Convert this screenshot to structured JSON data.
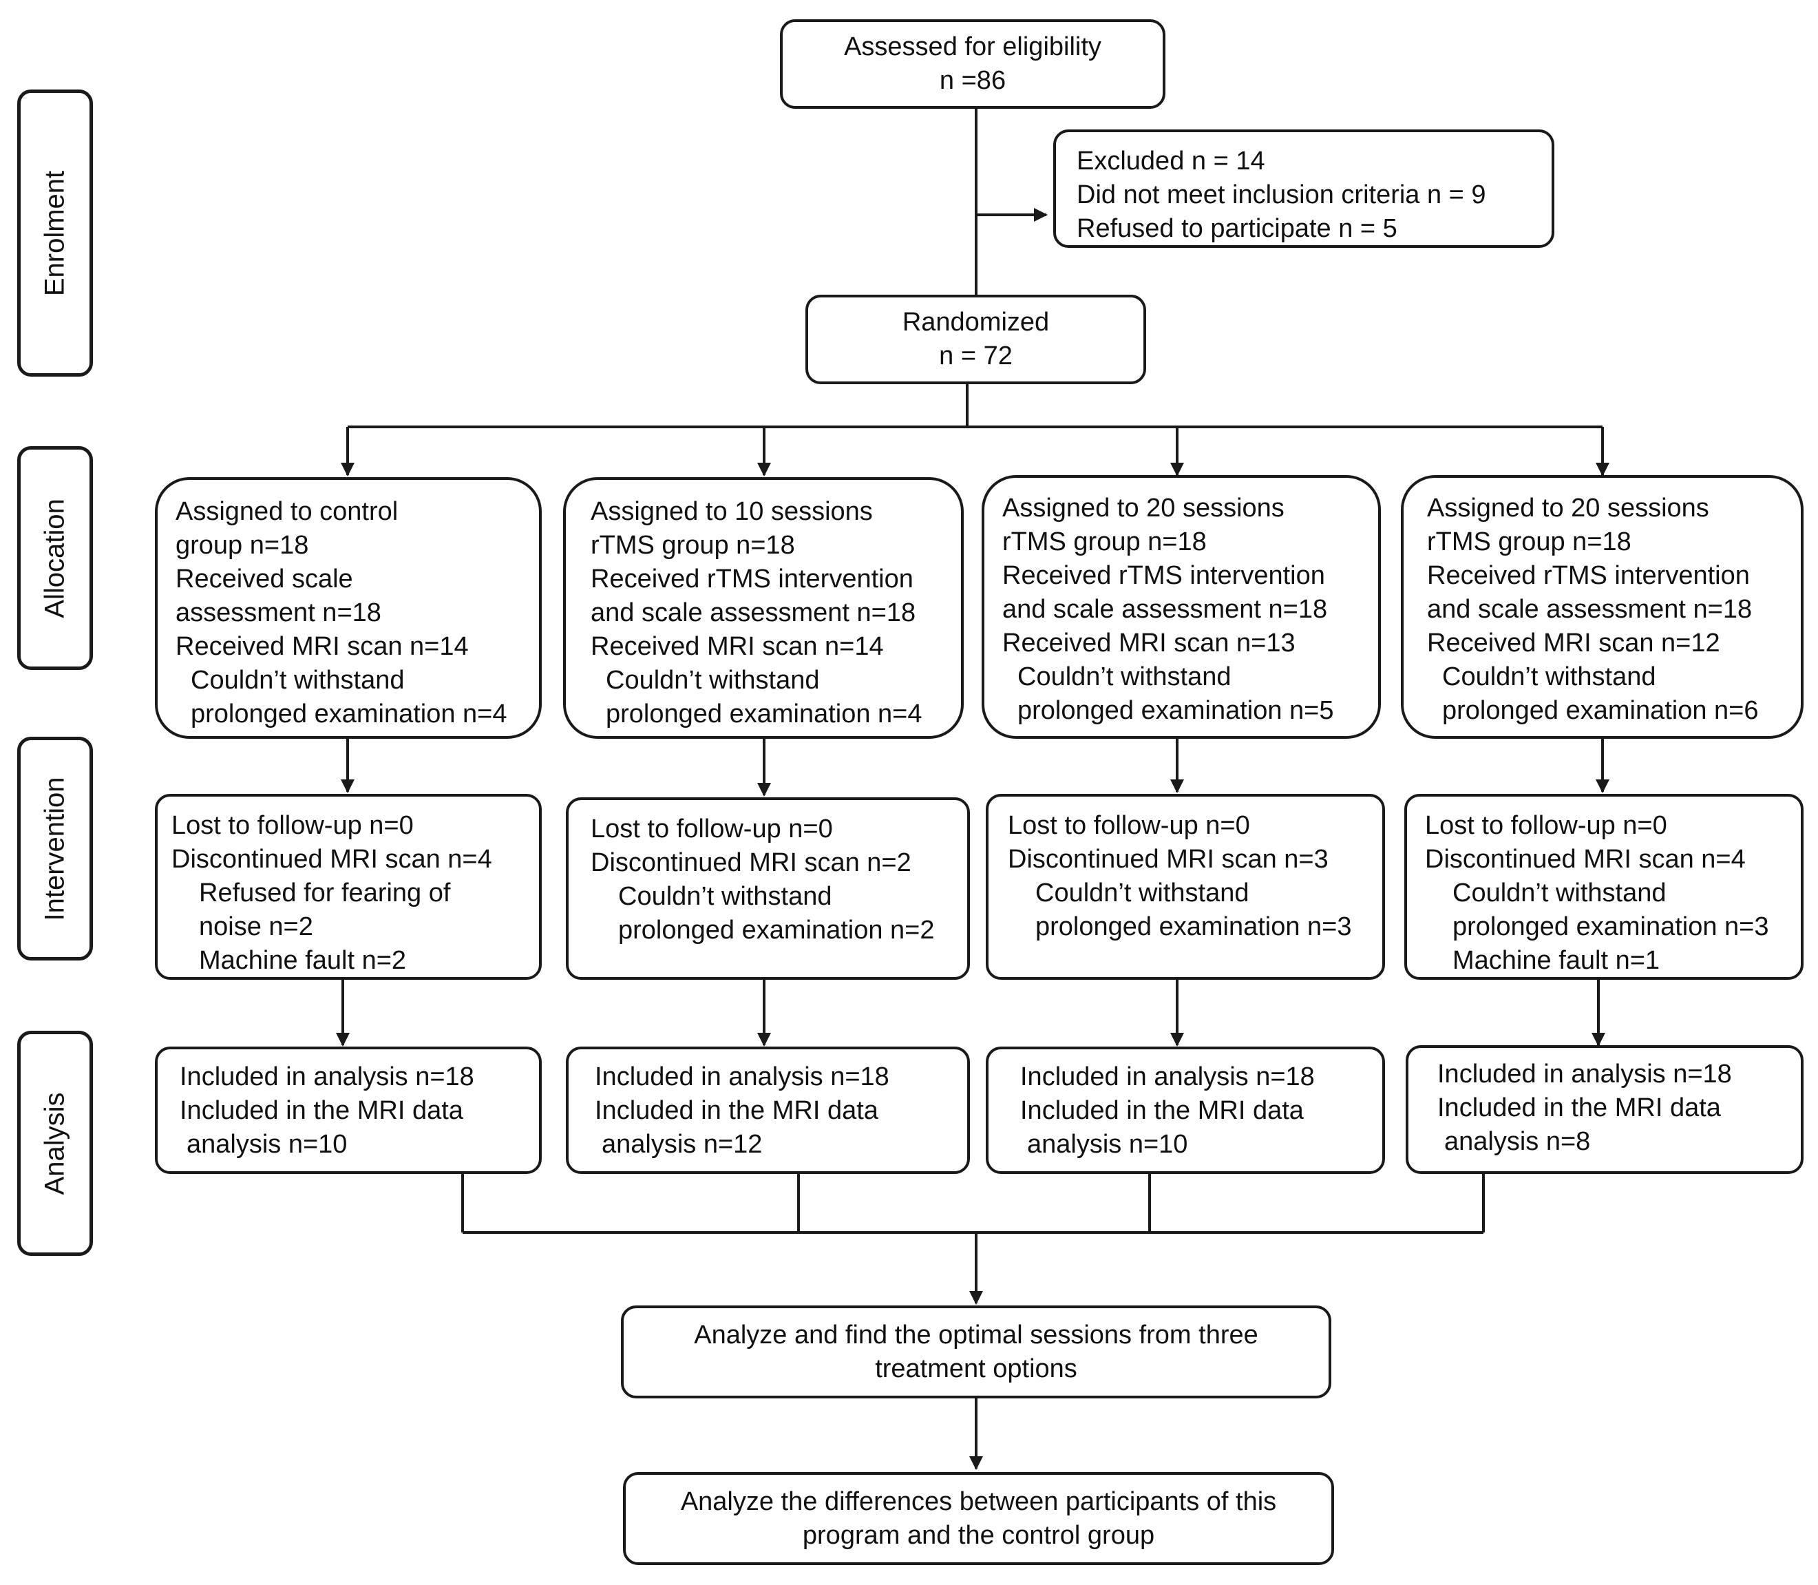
{
  "stages": {
    "enrolment": "Enrolment",
    "allocation": "Allocation",
    "intervention": "Intervention",
    "analysis": "Analysis"
  },
  "assessed": {
    "line1": "Assessed for eligibility",
    "line2": "n =86"
  },
  "excluded": {
    "line1": "Excluded n = 14",
    "line2": "Did not meet inclusion criteria n = 9",
    "line3": "Refused to participate n = 5"
  },
  "randomized": {
    "line1": "Randomized",
    "line2": "n = 72"
  },
  "allocation": [
    {
      "l1": "Assigned to control",
      "l2": "group n=18",
      "l3": "Received scale",
      "l4": "assessment n=18",
      "l5": "Received MRI scan n=14",
      "l6": "Couldn’t withstand",
      "l7": "prolonged examination n=4"
    },
    {
      "l1": "Assigned to 10 sessions",
      "l2": "rTMS group n=18",
      "l3": "Received rTMS intervention",
      "l4": "and scale assessment n=18",
      "l5": "Received MRI scan n=14",
      "l6": "Couldn’t withstand",
      "l7": "prolonged examination n=4"
    },
    {
      "l1": "Assigned to 20 sessions",
      "l2": "rTMS group n=18",
      "l3": "Received rTMS intervention",
      "l4": "and scale assessment n=18",
      "l5": "Received MRI scan n=13",
      "l6": "Couldn’t withstand",
      "l7": "prolonged examination n=5"
    },
    {
      "l1": "Assigned to 20 sessions",
      "l2": "rTMS group n=18",
      "l3": "Received rTMS intervention",
      "l4": "and scale assessment n=18",
      "l5": "Received MRI scan n=12",
      "l6": "Couldn’t withstand",
      "l7": "prolonged examination n=6"
    }
  ],
  "intervention": [
    {
      "l1": "Lost to follow-up n=0",
      "l2": "Discontinued MRI scan n=4",
      "l3": "Refused for fearing of",
      "l4": "noise n=2",
      "l5": "Machine fault n=2"
    },
    {
      "l1": "Lost to follow-up n=0",
      "l2": "Discontinued MRI scan n=2",
      "l3": "Couldn’t withstand",
      "l4": "prolonged examination n=2"
    },
    {
      "l1": "Lost to follow-up n=0",
      "l2": "Discontinued MRI scan n=3",
      "l3": "Couldn’t withstand",
      "l4": "prolonged examination n=3"
    },
    {
      "l1": "Lost to follow-up n=0",
      "l2": "Discontinued MRI scan n=4",
      "l3": "Couldn’t withstand",
      "l4": "prolonged examination n=3",
      "l5": "Machine fault n=1"
    }
  ],
  "analysis": [
    {
      "l1": "Included in analysis n=18",
      "l2": "Included in the MRI data",
      "l3": "analysis n=10"
    },
    {
      "l1": "Included in analysis n=18",
      "l2": "Included in the MRI data",
      "l3": "analysis n=12"
    },
    {
      "l1": "Included in analysis n=18",
      "l2": "Included in the MRI data",
      "l3": "analysis n=10"
    },
    {
      "l1": "Included in analysis n=18",
      "l2": "Included in the MRI data",
      "l3": "analysis n=8"
    }
  ],
  "optimal": {
    "line1": "Analyze and find the optimal sessions from three",
    "line2": "treatment options"
  },
  "differences": {
    "line1": "Analyze the differences between participants of this",
    "line2": "program and the control group"
  }
}
